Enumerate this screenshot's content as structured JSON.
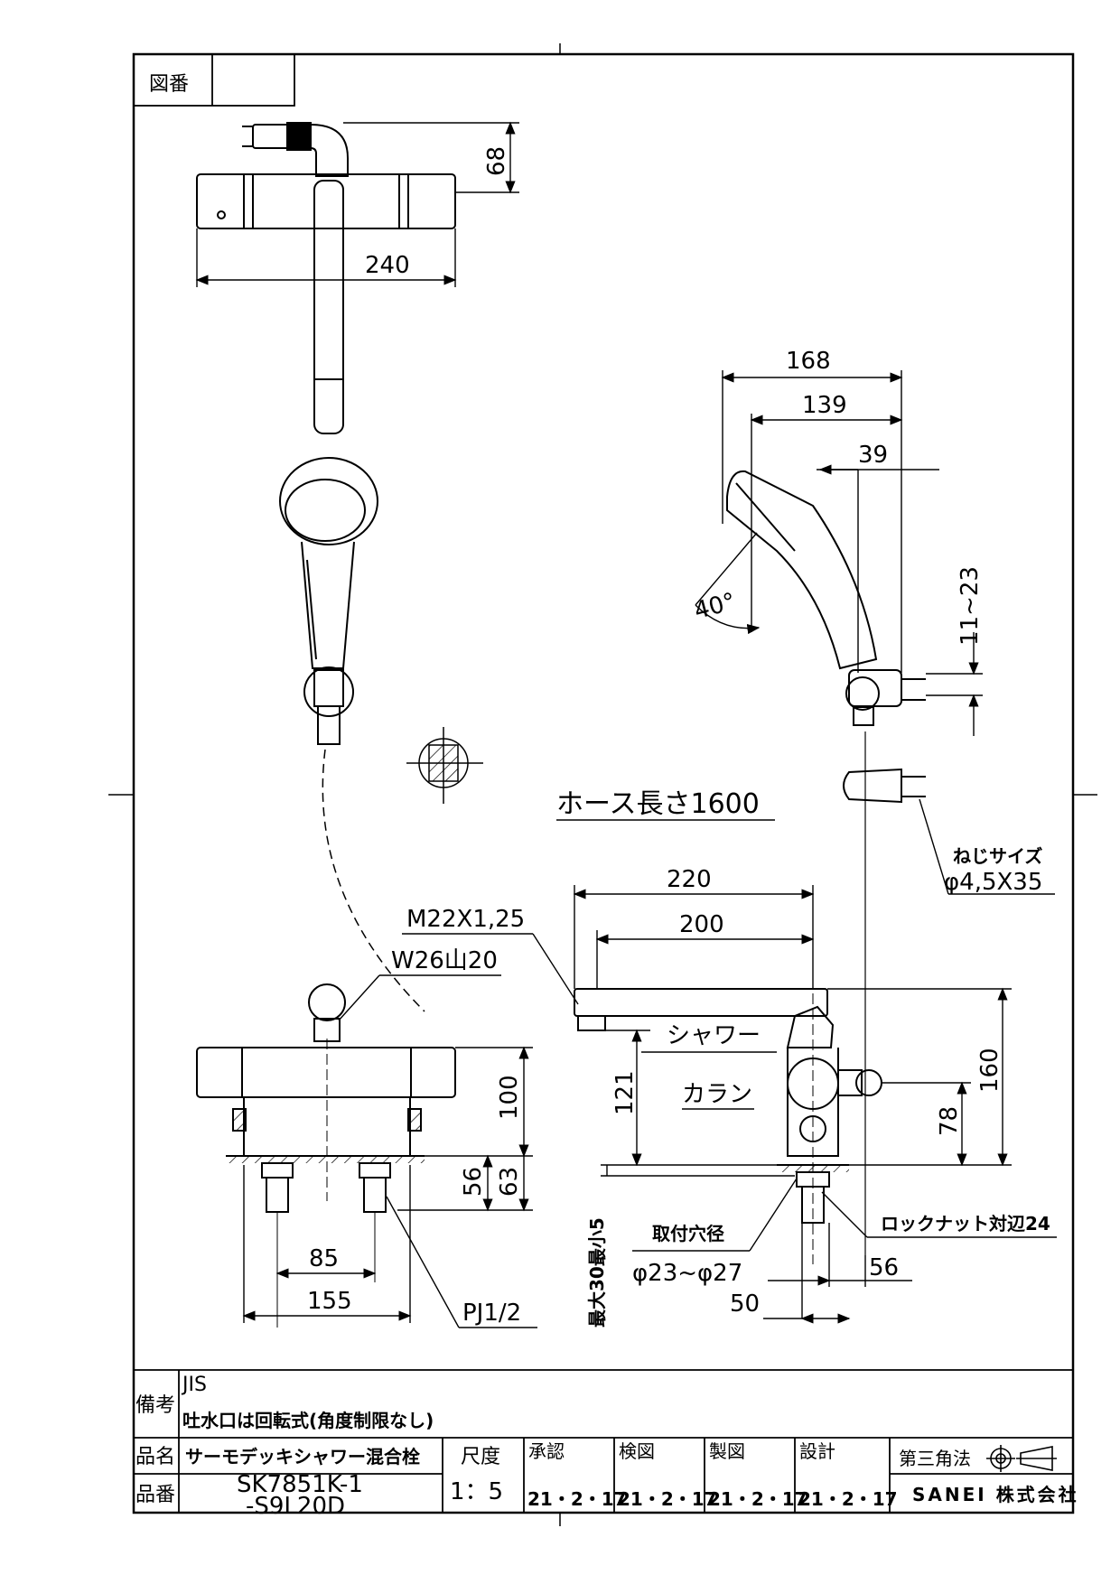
{
  "header": {
    "zuban_label": "図番"
  },
  "dims": {
    "d68": "68",
    "d240": "240",
    "d168": "168",
    "d139": "139",
    "d39": "39",
    "d40deg": "40°",
    "d11_23": "11~23",
    "hose": "ホース長さ1600",
    "screw_title": "ねじサイズ",
    "screw_size": "φ4,5X35",
    "d220": "220",
    "d200": "200",
    "m22": "M22X1,25",
    "w26": "W26山20",
    "shower": "シャワー",
    "karan": "カラン",
    "d121": "121",
    "d160": "160",
    "d78": "78",
    "d100": "100",
    "d56v": "56",
    "d63": "63",
    "d85": "85",
    "d155": "155",
    "pj": "PJ1/2",
    "max_min": "最大30最小5",
    "hole_title": "取付穴径",
    "hole_size": "φ23~φ27",
    "locknut": "ロックナット対辺24",
    "d56h": "56",
    "d50": "50"
  },
  "notes": {
    "biko_label": "備考",
    "line1": "JIS",
    "line2": "吐水口は回転式(角度制限なし)"
  },
  "title_block": {
    "hinmei_label": "品名",
    "hinmei": "サーモデッキシャワー混合栓",
    "hinban_label": "品番",
    "hinban1": "SK7851K-1",
    "hinban2": "-S9L20D",
    "scale_label": "尺度",
    "scale": "1：5",
    "approval_label": "承認",
    "check_label": "検図",
    "draft_label": "製図",
    "design_label": "設計",
    "date1": "21・2・17",
    "date2": "21・2・17",
    "date3": "21・2・17",
    "date4": "21・2・17",
    "projection": "第三角法",
    "company": "SANEI 株式会社"
  }
}
